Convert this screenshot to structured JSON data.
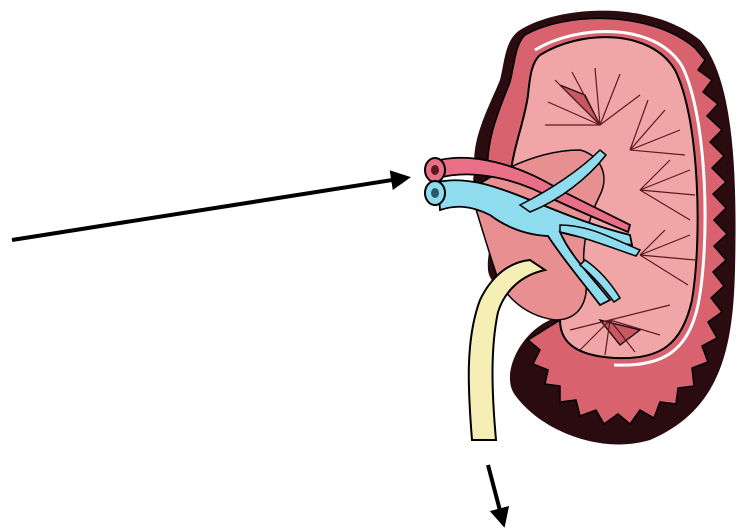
{
  "diagram": {
    "subject": "kidney-cross-section",
    "arrows": [
      {
        "id": "arrow-to-renal-artery",
        "target": "renal-artery"
      },
      {
        "id": "arrow-from-ureter",
        "target": "ureter"
      }
    ],
    "colors": {
      "capsule": "#d8636f",
      "capsule_dark": "#2a0c10",
      "cortex": "#f0a6a6",
      "pyramid": "#e88f92",
      "artery": "#e86f86",
      "vein": "#8fdcef",
      "ureter": "#f5efb6",
      "outline": "#000000",
      "arrow": "#000000",
      "background": "#ffffff"
    }
  }
}
